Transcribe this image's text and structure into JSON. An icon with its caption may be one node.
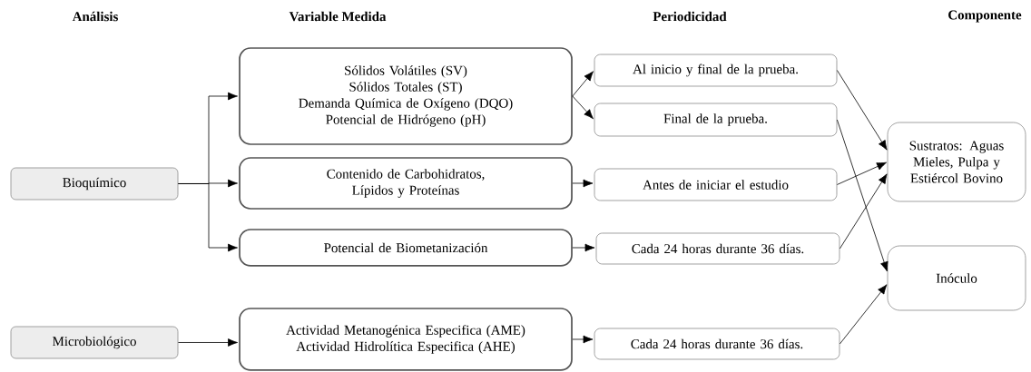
{
  "diagram": {
    "nodes": [
      {
        "text": [
          "Bioquímico"
        ]
      },
      {
        "text": [
          "Microbiológico"
        ]
      },
      {
        "text": [
          "Sólidos Volátiles (SV)",
          "Sólidos Totales (ST)",
          "Demanda Química de Oxígeno (DQO)",
          "Potencial de Hidrógeno (pH)"
        ]
      },
      {
        "text": [
          "Contenido de Carbohidratos, Lípidos y Proteínas"
        ]
      },
      {
        "text": [
          "Potencial de Biometanización"
        ]
      },
      {
        "text": [
          "Actividad Metanogénica Especifica (AME)",
          "Actividad Hidrolítica Especifica (AHE)"
        ]
      },
      {
        "text": [
          "Al inicio y final de la prueba."
        ]
      },
      {
        "text": [
          "Final de la prueba."
        ]
      },
      {
        "text": [
          "Antes de iniciar el estudio"
        ]
      },
      {
        "text": [
          "Cada 24 horas durante 36 días."
        ]
      },
      {
        "text": [
          "Cada 24 horas durante 36 días."
        ]
      },
      {
        "text": [
          "Sustratos: Aguas Mieles, Pulpa y Estiércol Bovino"
        ]
      },
      {
        "text": [
          "Inóculo"
        ]
      }
    ],
    "edges": [
      {
        "from": 0,
        "to": 2,
        "arrow": "to"
      },
      {
        "from": 0,
        "to": 3,
        "arrow": "to"
      },
      {
        "from": 0,
        "to": 4,
        "arrow": "to"
      },
      {
        "from": 1,
        "to": 5,
        "arrow": "to"
      },
      {
        "from": 2,
        "to": 6,
        "arrow": "to"
      },
      {
        "from": 2,
        "to": 7,
        "arrow": "to"
      },
      {
        "from": 3,
        "to": 8,
        "arrow": "to"
      },
      {
        "from": 4,
        "to": 9,
        "arrow": "to"
      },
      {
        "from": 5,
        "to": 10,
        "arrow": "to"
      },
      {
        "from": 6,
        "to": 11,
        "arrow": "to"
      },
      {
        "from": 7,
        "to": 12,
        "arrow": "to"
      },
      {
        "from": 8,
        "to": 11,
        "arrow": "to"
      },
      {
        "from": 9,
        "to": 11,
        "arrow": "to"
      },
      {
        "from": 10,
        "to": 12,
        "arrow": "to"
      }
    ],
    "labels": [
      "Análisis",
      "Variable Medida",
      "Periodicidad",
      "Componente"
    ]
  }
}
